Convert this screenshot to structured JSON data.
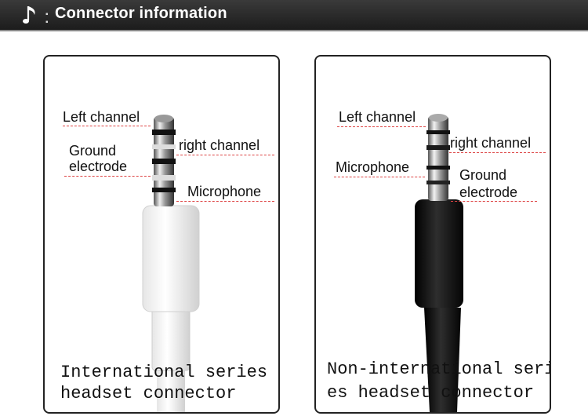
{
  "header": {
    "title": "Connector information",
    "icon": "music-note-icon",
    "bg_color": "#1c1c1c"
  },
  "international": {
    "labels": {
      "left_channel": "Left channel",
      "right_channel": "right channel",
      "ground_line1": "Ground",
      "ground_line2": "electrode",
      "microphone": "Microphone"
    },
    "caption_line1": "International series",
    "caption_line2": "headset connector",
    "cable_color": "#ffffff"
  },
  "non_international": {
    "labels": {
      "left_channel": "Left channel",
      "right_channel": "right channel",
      "microphone": "Microphone",
      "ground_line1": "Ground",
      "ground_line2": "electrode"
    },
    "caption_line1": "Non-international seri",
    "caption_line2": "es headset connector",
    "cable_color": "#111111"
  },
  "colors": {
    "leader_line": "#dd4444",
    "frame": "#222222"
  }
}
